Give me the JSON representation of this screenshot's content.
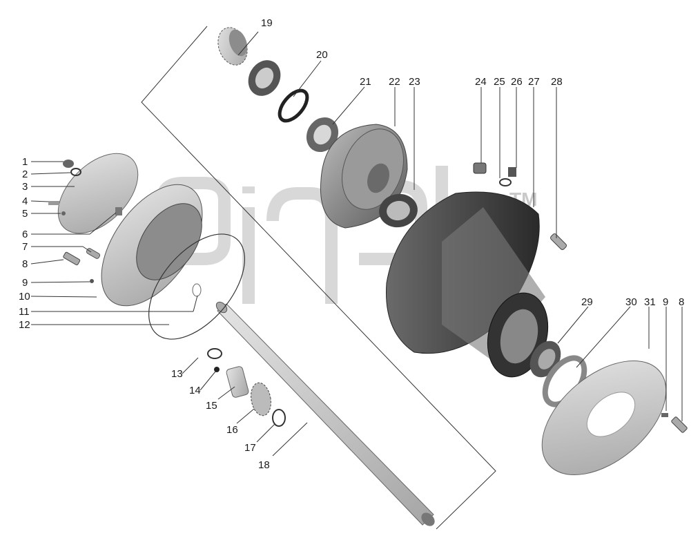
{
  "diagram": {
    "watermark": {
      "text": "TM"
    },
    "labels": {
      "l1": "1",
      "l2": "2",
      "l3": "3",
      "l4": "4",
      "l5": "5",
      "l6": "6",
      "l7": "7",
      "l8": "8",
      "l9": "9",
      "l10": "10",
      "l11": "11",
      "l12": "12",
      "l13": "13",
      "l14": "14",
      "l15": "15",
      "l16": "16",
      "l17": "17",
      "l18": "18",
      "l19": "19",
      "l20": "20",
      "l21": "21",
      "l22": "22",
      "l23": "23",
      "l24": "24",
      "l25": "25",
      "l26": "26",
      "l27": "27",
      "l28": "28",
      "l29": "29",
      "l30": "30",
      "l31": "31",
      "l9b": "9",
      "l8b": "8"
    }
  }
}
